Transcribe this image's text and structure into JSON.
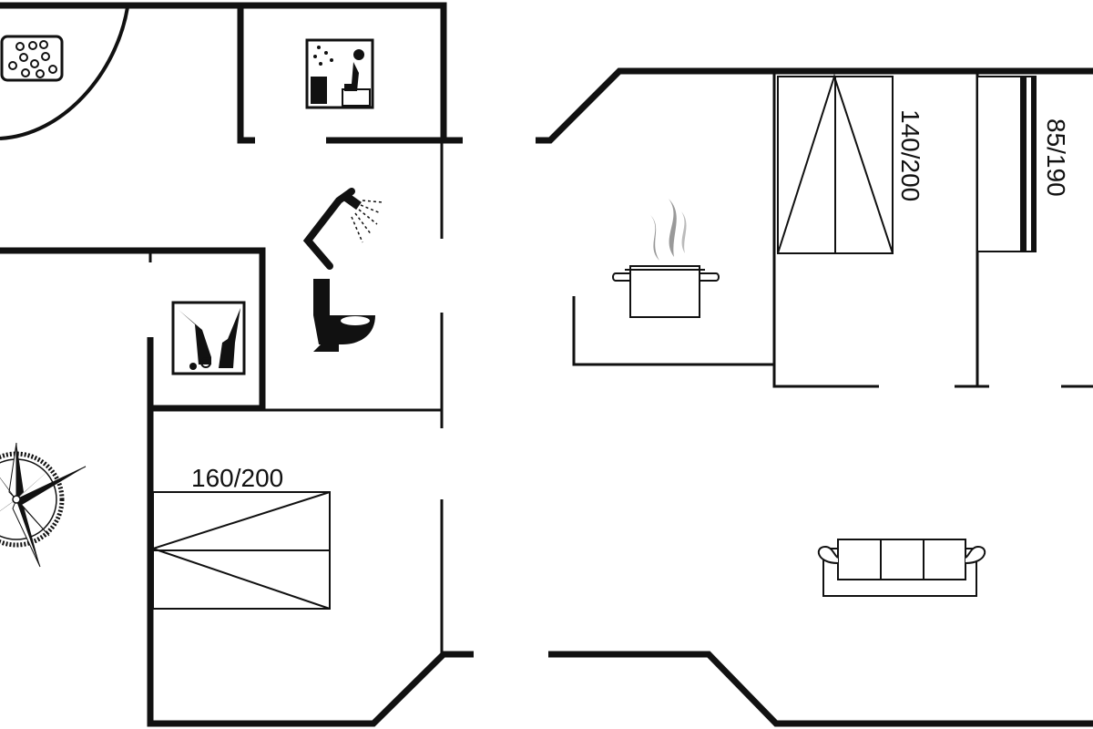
{
  "floorplan": {
    "beds": {
      "double_bed_left": "160/200",
      "double_bed_right": "140/200",
      "single_bed": "85/190"
    },
    "icons": [
      "spa-icon",
      "sauna-icon",
      "shower-icon",
      "toilet-icon",
      "washing-machine-icon",
      "cooking-pot-icon",
      "sofa-icon",
      "compass-rose-icon"
    ],
    "colors": {
      "wall": "#111111",
      "background": "#ffffff",
      "steam": "#999999"
    }
  }
}
